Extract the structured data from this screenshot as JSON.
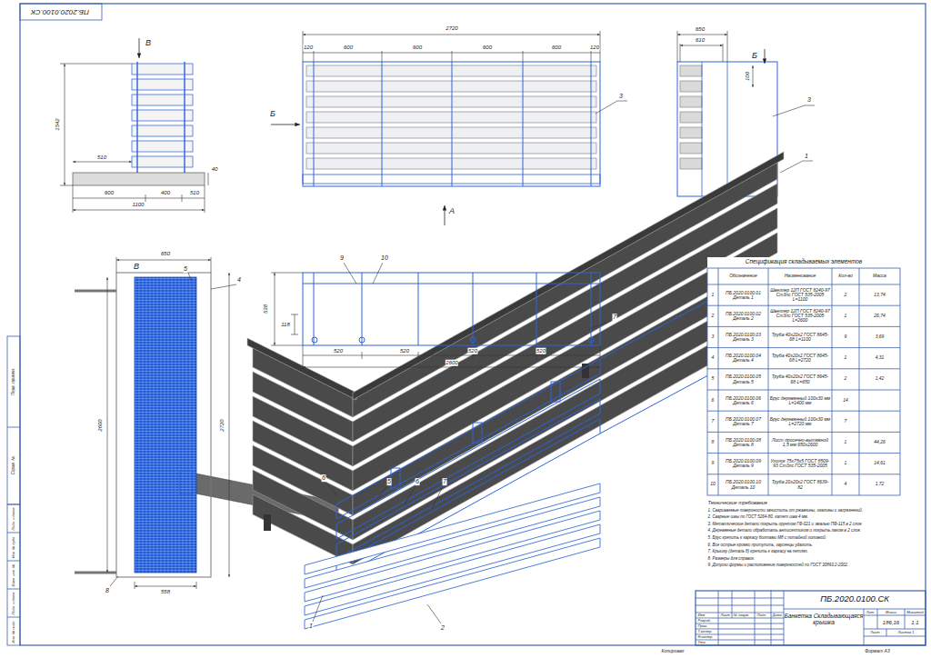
{
  "diagram": {
    "nodes": [
      {
        "text": [
          "Спецификация складываемых элементов"
        ]
      },
      {
        "text": [
          "ПБ.2020.0100.СК",
          "Банкетка Складывающаяся крышка"
        ]
      }
    ],
    "labels": [
      "ПБ.2020.0100.СК",
      "В",
      "1542",
      "510",
      "40",
      "600",
      "400",
      "510",
      "1100",
      "2720",
      "120",
      "600",
      "600",
      "600",
      "600",
      "120",
      "3",
      "Б",
      "А",
      "650",
      "610",
      "Б",
      "100",
      "3",
      "1",
      "9",
      "10",
      "538",
      "118",
      "520",
      "520",
      "520",
      "520",
      "2600",
      "7",
      "В",
      "650",
      "5",
      "4",
      "2600",
      "2720",
      "8",
      "558",
      "6",
      "5",
      "6",
      "7",
      "1",
      "2",
      "Обозначение",
      "Наименование",
      "Кол-во",
      "Масса",
      "1",
      "ПБ.2020.0100.01 Деталь 1",
      "Швеллер 12П ГОСТ 8240-97 Ст3пс ГОСТ 535-2005 L=1100",
      "2",
      "13,74",
      "2",
      "ПБ.2020.0100.02 Деталь 2",
      "Швеллер 12П ГОСТ 8240-97 Ст3пс ГОСТ 535-2005 L=2600",
      "1",
      "26,74",
      "3",
      "ПБ.2020.0100.03 Деталь 3",
      "Труба 40х20х2 ГОСТ 8645-68 L=1100",
      "9",
      "3,69",
      "4",
      "ПБ.2020.0100.04 Деталь 4",
      "Труба 40х20х2 ГОСТ 8645-68 L=2720",
      "1",
      "4,31",
      "5",
      "ПБ.2020.0100.05 Деталь 5",
      "Труба 40х20х2 ГОСТ 8645-68 L=650",
      "2",
      "1,42",
      "6",
      "ПБ.2020.0100.06 Деталь 6",
      "Брус деревянный 100х30 мм L=1400 мм",
      "14",
      "7",
      "ПБ.2020.0100.07 Деталь 7",
      "Брус деревянный 100х30 мм L=2720 мм",
      "7",
      "8",
      "ПБ.2020.0100.08 Деталь 8",
      "Лист просечно-вытяжной 1,5 мм 650х2600",
      "1",
      "44,26",
      "9",
      "ПБ.2020.0100.09 Деталь 9",
      "Уголок 75х75х5 ГОСТ 8509-93 Ст3пс ГОСТ 535-2005",
      "1",
      "14,61",
      "10",
      "ПБ.2020.0100.10 Деталь 10",
      "Труба 20х20х2 ГОСТ 8639-82",
      "4",
      "1,72",
      "Технические требования",
      "1. Свариваемые поверхности зачистить от ржавчины, окалины и загрязнений.",
      "2. Сварные швы по ГОСТ 5264-80, катет шва 4 мм.",
      "3. Металлические детали покрыть грунтом ГФ-021 и эмалью ПФ-115 в 2 слоя.",
      "4. Деревянные детали обработать антисептиком и покрыть лаком в 2 слоя.",
      "5. Брус крепить к каркасу болтами М8 с потайной головкой.",
      "6. Все острые кромки притупить, заусенцы удалить.",
      "7. Крышку (деталь 8) крепить к каркасу на петлях.",
      "8. Размеры для справок.",
      "9. Допуски формы и расположения поверхностей по ГОСТ 30893.2-2002.",
      "Изм.",
      "Лист",
      "№ докум.",
      "Подп.",
      "Дата",
      "Разраб.",
      "Пров.",
      "Т.контр.",
      "Н.контр.",
      "Утв.",
      "Лит.",
      "Масса",
      "Масштаб",
      "186,16",
      "1:1",
      "Лист",
      "Листов 1",
      "Перв. примен.",
      "Справ. №",
      "Подп. и дата",
      "Инв. № дубл.",
      "Взам. инв. №",
      "Подп. и дата",
      "Инв. № подл.",
      "Копировал",
      "Формат А3"
    ]
  }
}
